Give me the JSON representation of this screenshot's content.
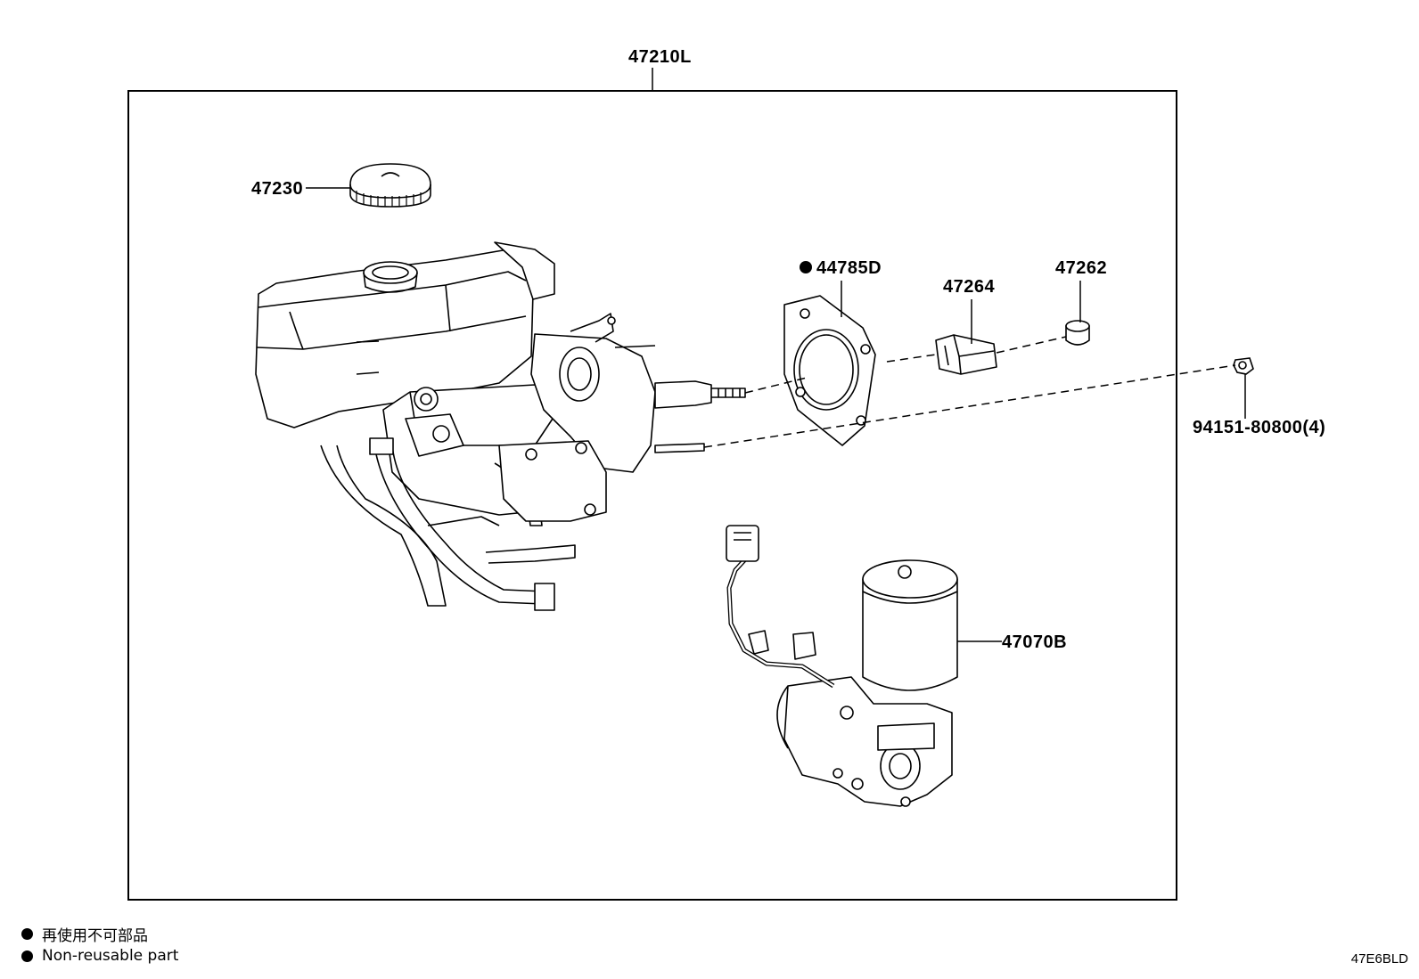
{
  "assembly": {
    "part_no": "47210L"
  },
  "parts": [
    {
      "id": "cap",
      "part_no": "47230"
    },
    {
      "id": "gasket",
      "part_no": "44785D",
      "non_reusable": true
    },
    {
      "id": "bracket",
      "part_no": "47264"
    },
    {
      "id": "bushing",
      "part_no": "47262"
    },
    {
      "id": "nut",
      "part_no": "94151-80800(4)"
    },
    {
      "id": "pump",
      "part_no": "47070B"
    }
  ],
  "legend": {
    "jp": "再使用不可部品",
    "en": "Non-reusable part"
  },
  "illustration_code": "47E6BLD"
}
